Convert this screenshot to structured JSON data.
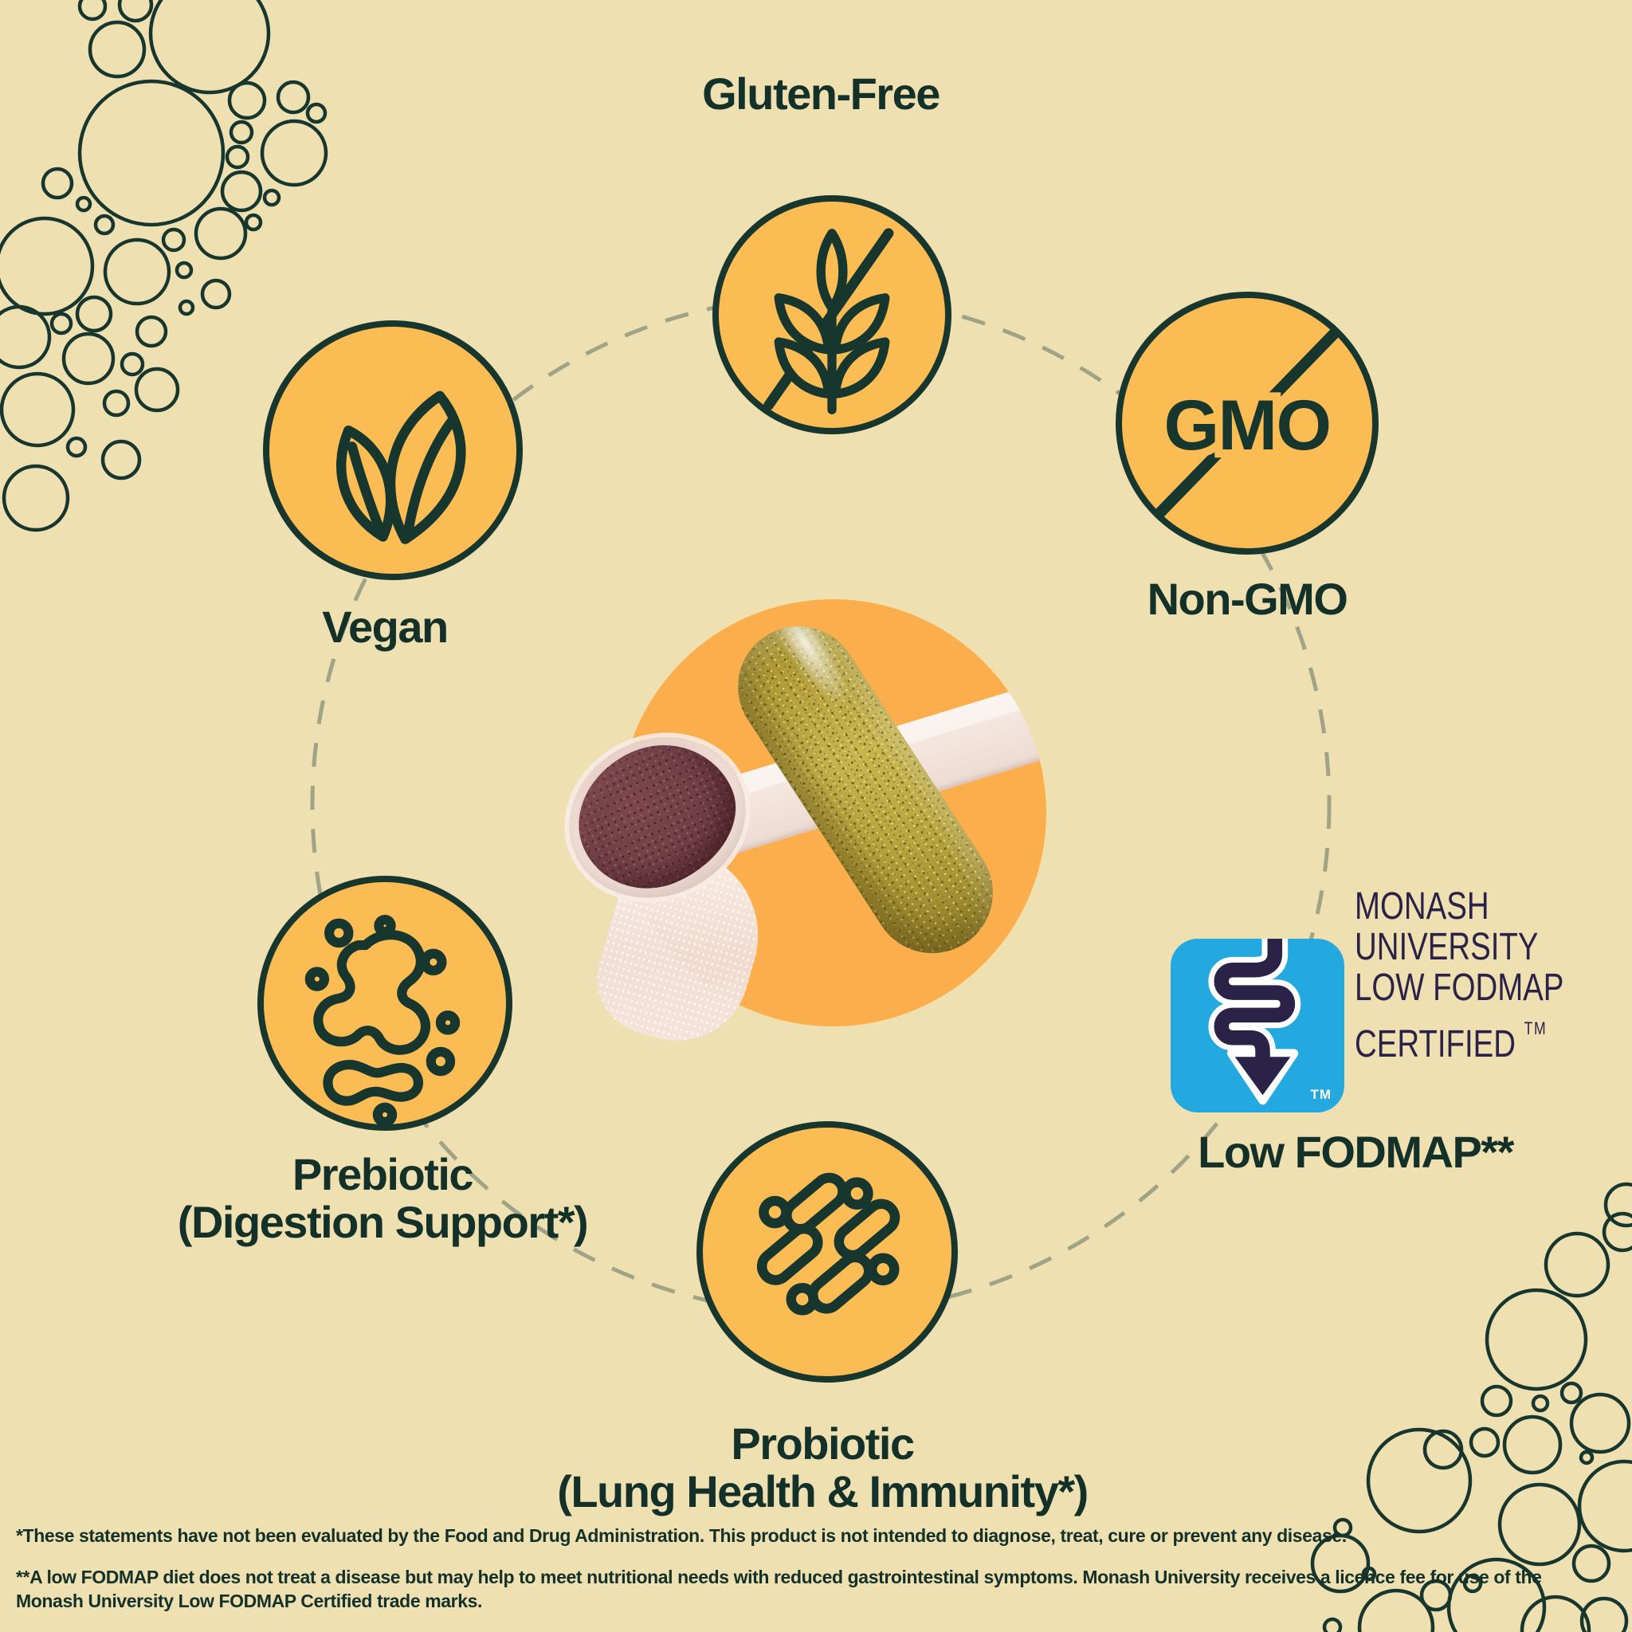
{
  "badges": {
    "gluten_free": {
      "label": "Gluten-Free"
    },
    "non_gmo": {
      "label": "Non-GMO",
      "icon_text": "GMO"
    },
    "vegan": {
      "label": "Vegan"
    },
    "prebiotic": {
      "label": "Prebiotic",
      "sublabel": "(Digestion Support*)"
    },
    "probiotic": {
      "label": "Probiotic",
      "sublabel": "(Lung Health & Immunity*)"
    },
    "low_fodmap": {
      "label": "Low FODMAP**"
    }
  },
  "monash_logo": {
    "line1": "MONASH",
    "line2": "UNIVERSITY",
    "line3": "LOW FODMAP",
    "line4": "CERTIFIED",
    "trademark": "TM",
    "badge_trademark": "TM"
  },
  "footer": {
    "note1": "*These statements have not been evaluated by the Food and Drug Administration. This product is not intended to diagnose, treat, cure or prevent any disease.",
    "note2": "**A low FODMAP diet does not treat a disease but may help to meet nutritional needs with reduced gastrointestinal symptoms. Monash University receives a licence fee for use of the Monash University Low FODMAP Certified trade marks."
  },
  "colors": {
    "background": "#EFE0B2",
    "badge_fill": "#FBBC54",
    "outline_dark": "#17362E",
    "text_dark": "#133129",
    "dashed_ring": "#9FA487",
    "center_circle": "#FBAE4B",
    "capsule_gold": "#B5A03C",
    "powder_maroon": "#6F3E46",
    "scoop_pink": "#F2E2DA",
    "monash_blue": "#23A9E0",
    "monash_navy": "#2B2248"
  }
}
